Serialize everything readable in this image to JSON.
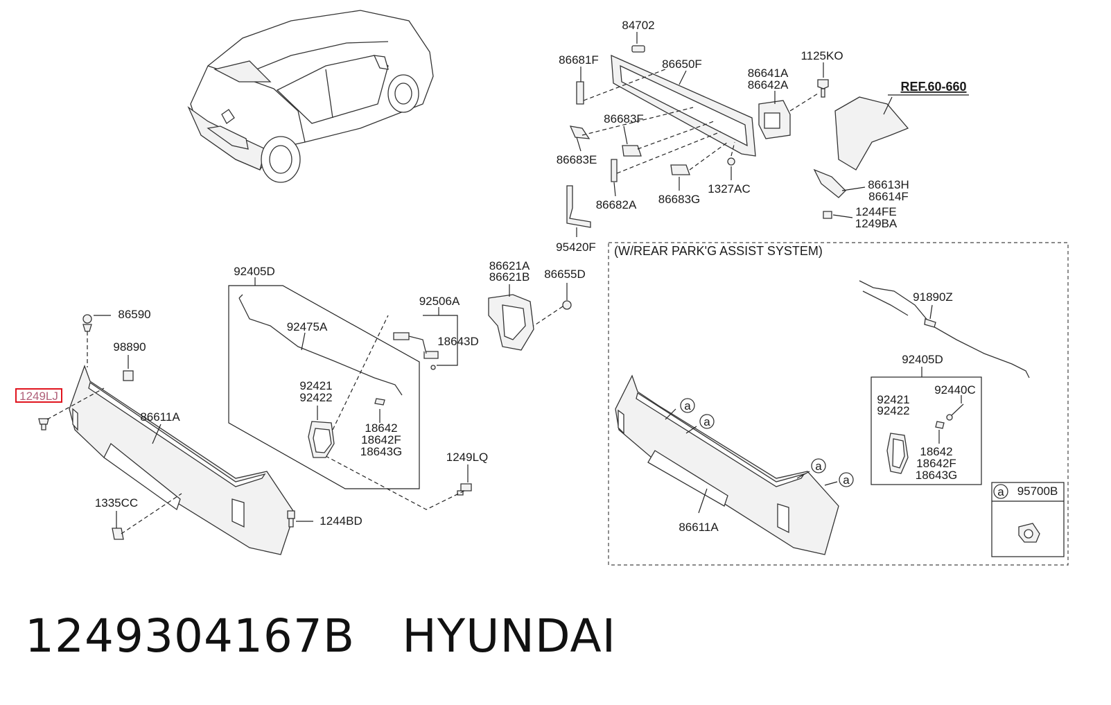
{
  "parts": {
    "p84702": "84702",
    "p86681F": "86681F",
    "p86650F": "86650F",
    "p86641A": "86641A",
    "p86642A": "86642A",
    "p1125KO": "1125KO",
    "ref": "REF.60-660",
    "p86683F": "86683F",
    "p86683E": "86683E",
    "p1327AC": "1327AC",
    "p86613H": "86613H",
    "p86614F": "86614F",
    "p86682A": "86682A",
    "p86683G": "86683G",
    "p1244FE": "1244FE",
    "p1249BA": "1249BA",
    "p95420F": "95420F",
    "section_title": "(W/REAR PARK'G ASSIST SYSTEM)",
    "p92405D": "92405D",
    "p86621A": "86621A",
    "p86621B": "86621B",
    "p86655D": "86655D",
    "p92506A": "92506A",
    "p86590": "86590",
    "p92475A": "92475A",
    "p18643D": "18643D",
    "p91890Z": "91890Z",
    "p98890": "98890",
    "p92421": "92421",
    "p92422": "92422",
    "p92405D_b": "92405D",
    "p1249LJ": "1249LJ",
    "p86611A": "86611A",
    "p18642": "18642",
    "p18642F": "18642F",
    "p18643G": "18643G",
    "p92421_b": "92421",
    "p92422_b": "92422",
    "p92440C": "92440C",
    "p18642_b": "18642",
    "p18642F_b": "18642F",
    "p18643G_b": "18643G",
    "p1249LQ": "1249LQ",
    "p95700B": "95700B",
    "p1335CC": "1335CC",
    "p1244BD": "1244BD",
    "p86611A_b": "86611A",
    "callout": "a"
  },
  "footer": {
    "part_number": "1249304167B",
    "brand": "HYUNDAI"
  }
}
